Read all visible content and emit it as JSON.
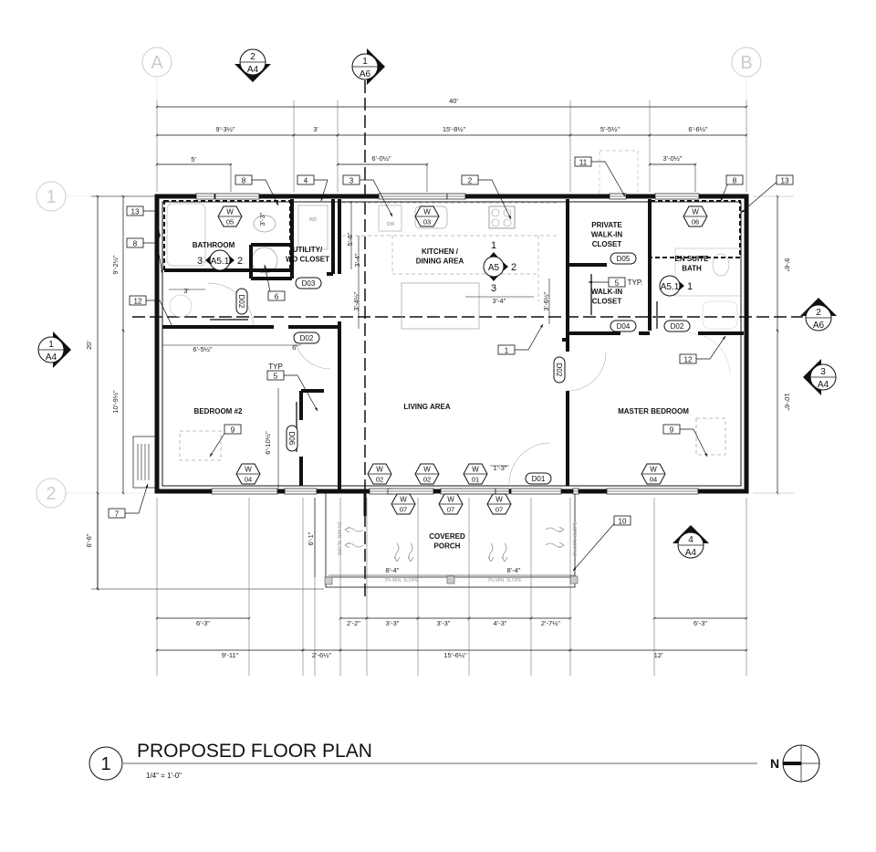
{
  "title": {
    "number": "1",
    "name": "PROPOSED FLOOR PLAN",
    "scale": "1/4\" = 1'-0\"",
    "north_label": "N"
  },
  "grid": {
    "a": "A",
    "b": "B",
    "one": "1",
    "two": "2"
  },
  "rooms": [
    [
      "BATHROOM"
    ],
    [
      "UTILITY/",
      "WD CLOSET"
    ],
    [
      "KITCHEN /",
      "DINING AREA"
    ],
    [
      "PRIVATE",
      "WALK-IN",
      "CLOSET"
    ],
    [
      "EN SUITE",
      "BATH"
    ],
    [
      "WALK-IN",
      "CLOSET"
    ],
    [
      "BEDROOM #2"
    ],
    [
      "LIVING AREA"
    ],
    [
      "MASTER BEDROOM"
    ],
    [
      "COVERED",
      "PORCH"
    ]
  ],
  "fixtures": {
    "dishwasher": "DW",
    "washer_dryer": "WD"
  },
  "dimensions": {
    "overall_width": "40'",
    "top": [
      "9'-3½\"",
      "3'",
      "15'-8½\"",
      "5'-5½\"",
      "6'-6½\""
    ],
    "top_sub": [
      "5'",
      "6'-0½\"",
      "3'-0½\""
    ],
    "left": [
      "20'",
      "9'-2½\"",
      "10'-9½\"",
      "6'-6\""
    ],
    "right": [
      "9'-6\"",
      "10'-6\""
    ],
    "bottom_row1": [
      "6'-3\"",
      "2'-2\"",
      "3'-3\"",
      "3'-3\"",
      "4'-3\"",
      "2'-7½\"",
      "6'-3\""
    ],
    "bottom_row2": [
      "9'-11\"",
      "2'-6½\"",
      "15'-6½\"",
      "12'"
    ],
    "interior": [
      "3'-3\"",
      "5'-6\"",
      "3'-4\"",
      "3'-4½\"",
      "3'-4\"",
      "3'-6½\"",
      "3'",
      "6'-5½\"",
      "6'",
      "6'-10½\"",
      "6'-1\"",
      "8'-4\"",
      "8'-4\"",
      "1'-3\""
    ]
  },
  "window_prefix": "W",
  "windows": [
    "05",
    "03",
    "06",
    "04",
    "02",
    "02",
    "01",
    "04",
    "07",
    "07",
    "07"
  ],
  "doors": [
    "D03",
    "D02",
    "D02",
    "D05",
    "D04",
    "D02",
    "D02",
    "D06",
    "D01"
  ],
  "keynotes": [
    "8",
    "4",
    "3",
    "2",
    "11",
    "8",
    "13",
    "13",
    "8",
    "12",
    "6",
    "1",
    "5",
    "9",
    "9",
    "5",
    "12",
    "7",
    "10"
  ],
  "notes": {
    "typ": "TYP",
    "typ_dot": "TYP.",
    "slope": "2% MIN. SLOPE"
  },
  "sections": [
    {
      "num": "2",
      "sheet": "A4"
    },
    {
      "num": "1",
      "sheet": "A6"
    },
    {
      "num": "1",
      "sheet": "A4"
    },
    {
      "num": "2",
      "sheet": "A6"
    },
    {
      "num": "3",
      "sheet": "A4"
    },
    {
      "num": "4",
      "sheet": "A4"
    }
  ],
  "elevations": [
    {
      "sheet": "A5",
      "marks": [
        "1",
        "2",
        "3"
      ]
    },
    {
      "sheet": "A5.1",
      "marks": [
        "3",
        "2"
      ]
    },
    {
      "sheet": "A5.1",
      "marks": [
        "1"
      ]
    }
  ]
}
